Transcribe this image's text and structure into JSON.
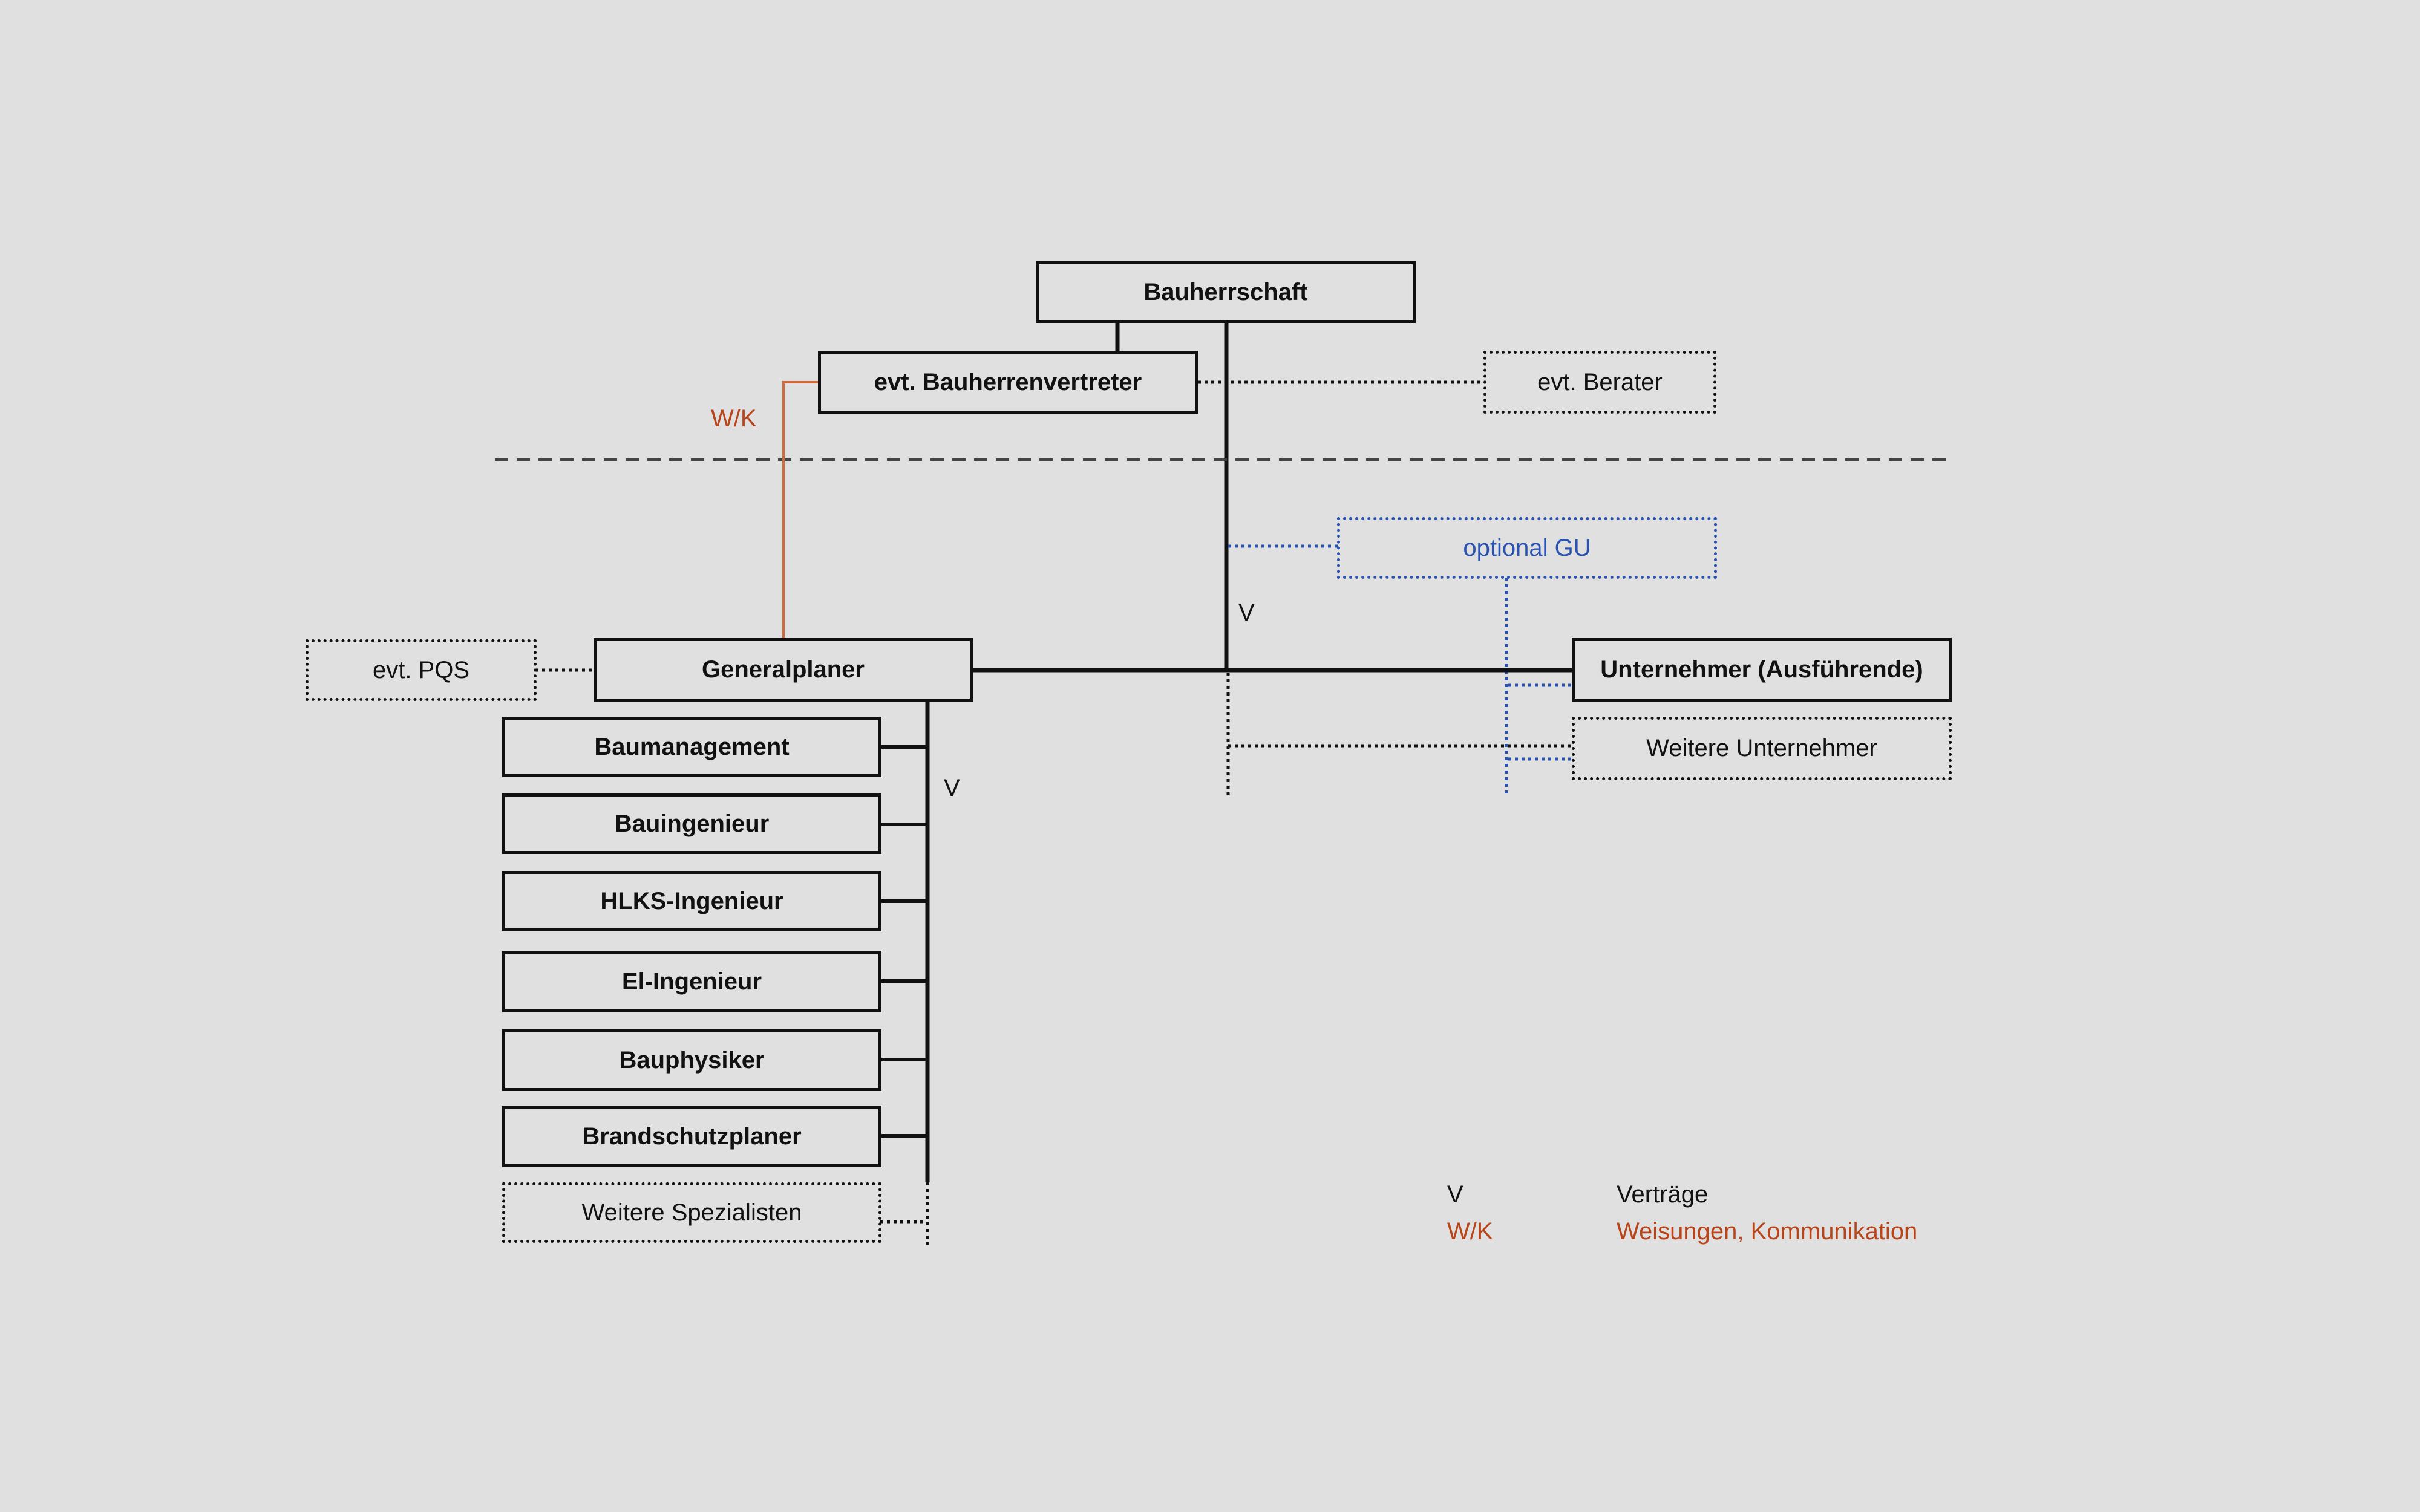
{
  "diagram": {
    "nodes": {
      "bauherrschaft": "Bauherrschaft",
      "bauherrenvertreter": "evt. Bauherrenvertreter",
      "berater": "evt. Berater",
      "optional_gu": "optional GU",
      "pqs": "evt. PQS",
      "generalplaner": "Generalplaner",
      "unternehmer": "Unternehmer (Ausführende)",
      "weitere_unternehmer": "Weitere Unternehmer",
      "specialists": [
        "Baumanagement",
        "Bauingenieur",
        "HLKS-Ingenieur",
        "El-Ingenieur",
        "Bauphysiker",
        "Brandschutzplaner"
      ],
      "weitere_spezialisten": "Weitere Spezialisten"
    },
    "edge_labels": {
      "wk": "W/K",
      "v_main": "V",
      "v_planer": "V"
    },
    "colors": {
      "line": "#111111",
      "orange": "#b8441a",
      "blue": "#2a52b0",
      "background": "#e0e0e0"
    }
  },
  "legend": {
    "items": [
      {
        "key": "V",
        "text": "Verträge"
      },
      {
        "key": "W/K",
        "text": "Weisungen, Kommunikation"
      }
    ]
  }
}
